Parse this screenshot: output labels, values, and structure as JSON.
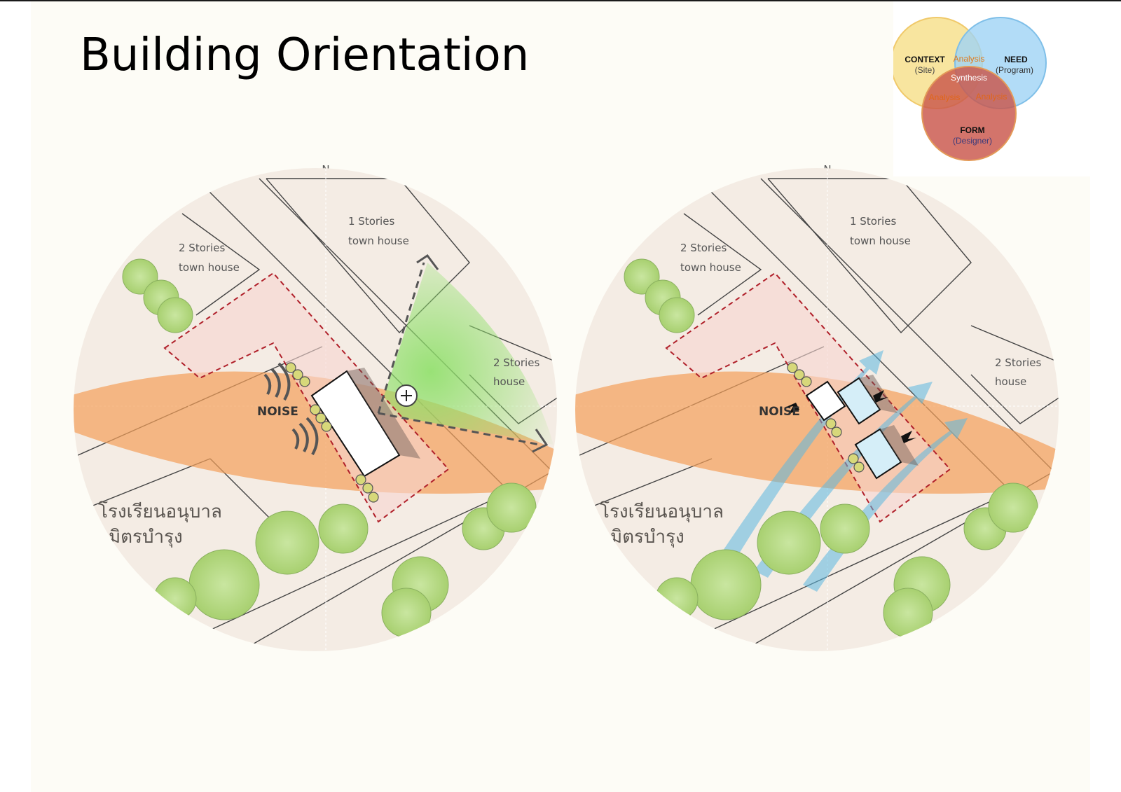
{
  "title": "Building Orientation",
  "venn": {
    "context": "CONTEXT",
    "context_sub": "(Site)",
    "need": "NEED",
    "need_sub": "(Program)",
    "form": "FORM",
    "form_sub": "(Designer)",
    "analysis_top": "Analysis",
    "synthesis": "Synthesis",
    "analysis_left": "Analysis",
    "analysis_right": "Analysis"
  },
  "left_plan": {
    "north": "N",
    "house_2_line1": "2 Stories",
    "house_2_line2": "town house",
    "house_1_line1": "1 Stories",
    "house_1_line2": "town house",
    "house_3_line1": "2 Stories",
    "house_3_line2": "house",
    "noise": "NOISE",
    "thai_line1": "โรงเรียนอนุบาล",
    "thai_line2": "มิตรบำรุง"
  },
  "right_plan": {
    "north": "N",
    "house_2_line1": "2 Stories",
    "house_2_line2": "town house",
    "house_1_line1": "1 Stories",
    "house_1_line2": "town house",
    "house_3_line1": "2 Stories",
    "house_3_line2": "house",
    "noise": "NOISE",
    "thai_line1": "โรงเรียนอนุบาล",
    "thai_line2": "มิตรบำรุง"
  },
  "colors": {
    "context": "#f7e08e",
    "need": "#9fd3f5",
    "form": "#c9564a",
    "sun_path": "#f4a05a",
    "view_cone": "#8fe06a",
    "site_boundary": "#b0202a",
    "wind": "#5bb8e0"
  }
}
